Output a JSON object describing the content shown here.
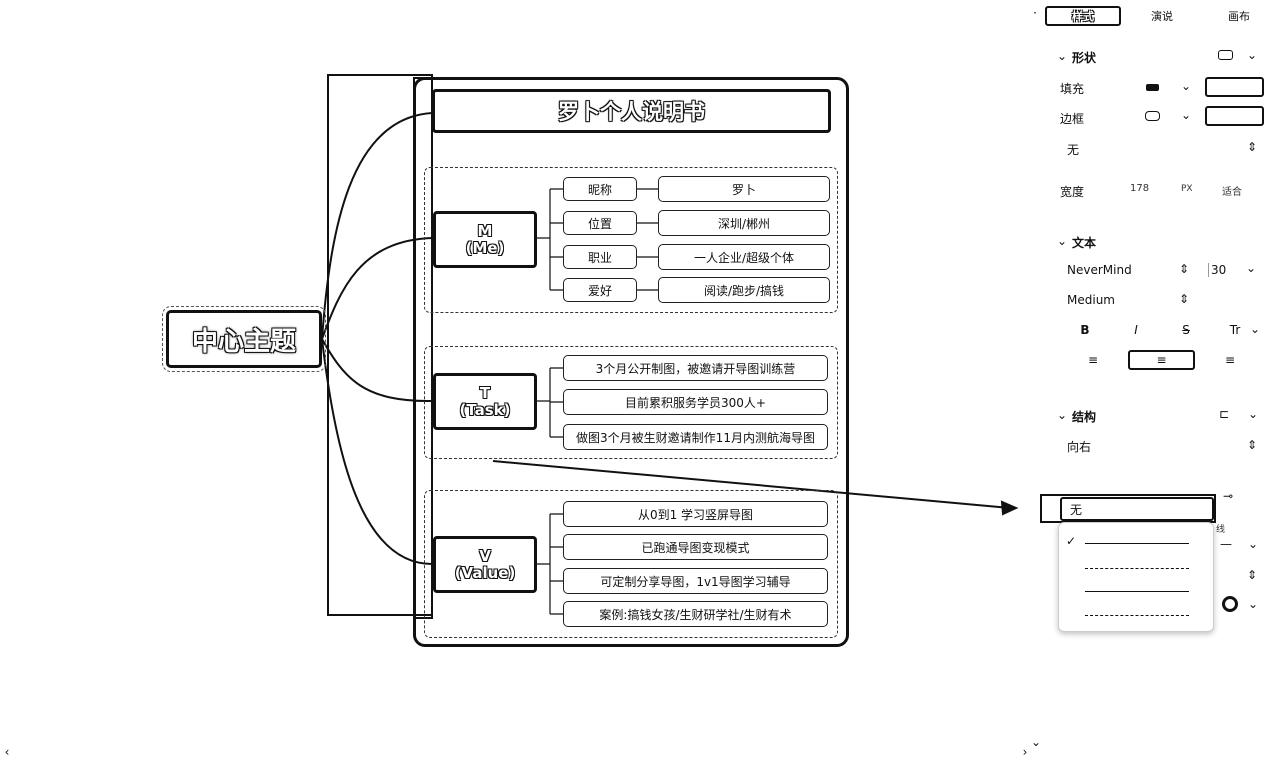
{
  "mindmap": {
    "title": "罗卜个人说明书",
    "center": "中心主题",
    "branches": [
      {
        "id": "me",
        "line1": "M",
        "line2": "(Me)",
        "items": [
          {
            "key": "昵称",
            "value": "罗卜"
          },
          {
            "key": "位置",
            "value": "深圳/郴州"
          },
          {
            "key": "职业",
            "value": "一人企业/超级个体"
          },
          {
            "key": "爱好",
            "value": "阅读/跑步/搞钱"
          }
        ]
      },
      {
        "id": "task",
        "line1": "T",
        "line2": "(Task)",
        "items": [
          "3个月公开制图，被邀请开导图训练营",
          "目前累积服务学员300人+",
          "做图3个月被生财邀请制作11月内测航海导图"
        ]
      },
      {
        "id": "value",
        "line1": "V",
        "line2": "(Value)",
        "items": [
          "从0到1 学习竖屏导图",
          "已跑通导图变现模式",
          "可定制分享导图，1v1导图学习辅导",
          "案例:搞钱女孩/生财研学社/生财有术"
        ]
      }
    ]
  },
  "panel": {
    "tabs": [
      "样式",
      "演说",
      "画布"
    ],
    "shape": {
      "section": "形状",
      "fill_label": "填充",
      "border_label": "边框",
      "border_style_value": "无",
      "width_label": "宽度",
      "width_value": "178",
      "width_unit": "PX",
      "fit_label": "适合"
    },
    "text": {
      "section": "文本",
      "font": "NeverMind",
      "size": "30",
      "weight": "Medium",
      "bold": "B",
      "italic": "I",
      "strike": "S",
      "transform": "Tr"
    },
    "structure": {
      "section": "结构",
      "direction": "向右",
      "dropdown_current": "无",
      "partial_label": "线",
      "colors": {
        "accent": "#111111"
      }
    }
  }
}
